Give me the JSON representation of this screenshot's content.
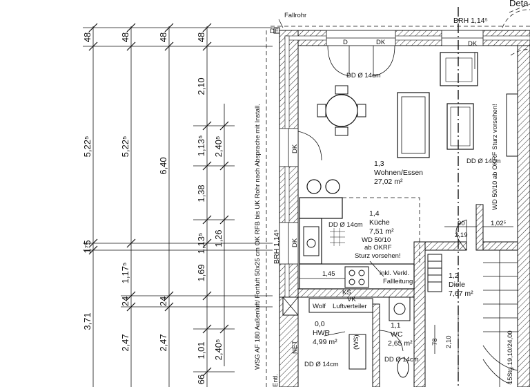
{
  "dimensions": {
    "col1": [
      "48",
      "5,22⁵",
      "1⁷5",
      "3,71"
    ],
    "col2": [
      "48",
      "5,22⁵",
      "1,17⁵",
      "24",
      "2,47"
    ],
    "col3": [
      "48",
      "6,40",
      "24",
      "2,47"
    ],
    "col4": [
      "48",
      "2,10",
      "1,13⁵",
      "1,38",
      "1,13⁵",
      "1,69",
      "1,01",
      "66"
    ],
    "col5": [
      "2,40⁵",
      "1,26",
      "2,40⁵"
    ]
  },
  "labels": {
    "fallrohr": "Fallrohr",
    "df": "DF",
    "door_d": "D",
    "door_dk": "DK",
    "brh_top": "BRH 1,14⁵",
    "detail": "Deta",
    "dd_top": "DD Ø 14cm",
    "dd_right": "DD Ø 14cm",
    "dd_kitchen": "DD Ø 14cm",
    "dd_hwr": "DD Ø 14cm",
    "dd_wc": "DD Ø 14cm",
    "dk_left1": "DK",
    "dk_left2": "DK",
    "dk_top_right": "DK",
    "wd_right": "WD 50/10 ab OKRF Sturz vorsehen!",
    "wd_kitchen_1": "WD 50/10",
    "wd_kitchen_2": "ab OKRF",
    "wd_kitchen_3": "Sturz vorsehen!",
    "brh_left": "BRH 1,14⁵",
    "dim_90": "90",
    "dim_102": "1,02⁵",
    "dim_219": "2,19",
    "dim_145": "1,45",
    "dim_78": "78",
    "dim_210": "2,10",
    "inkl_1": "inkl. Verkl.",
    "inkl_2": "Fallleitung",
    "wolf": "Wolf",
    "luftverteiler": "Luftverteiler",
    "ks": "KS",
    "vk": "VK",
    "net": "NET",
    "wsg_note": "WSG AF 180 Außenluft/ Fortluft 50x25 cm OK RFB bis UK Rohr nach Absprache mit Install.",
    "ws": "(WS)",
    "stair": "15Stg.19,10/24,00",
    "entl": "Entl."
  },
  "rooms": [
    {
      "id": "wohnen",
      "number": "1,3",
      "name": "Wohnen/Essen",
      "area": "27,02 m²"
    },
    {
      "id": "kueche",
      "number": "1,4",
      "name": "Küche",
      "area": "7,51 m²"
    },
    {
      "id": "diele",
      "number": "1,2",
      "name": "Diele",
      "area": "7,67 m²"
    },
    {
      "id": "hwr",
      "number": "0,0",
      "name": "HWR",
      "area": "4,99 m²"
    },
    {
      "id": "wc",
      "number": "1,1",
      "name": "WC",
      "area": "2,65 m²"
    }
  ]
}
